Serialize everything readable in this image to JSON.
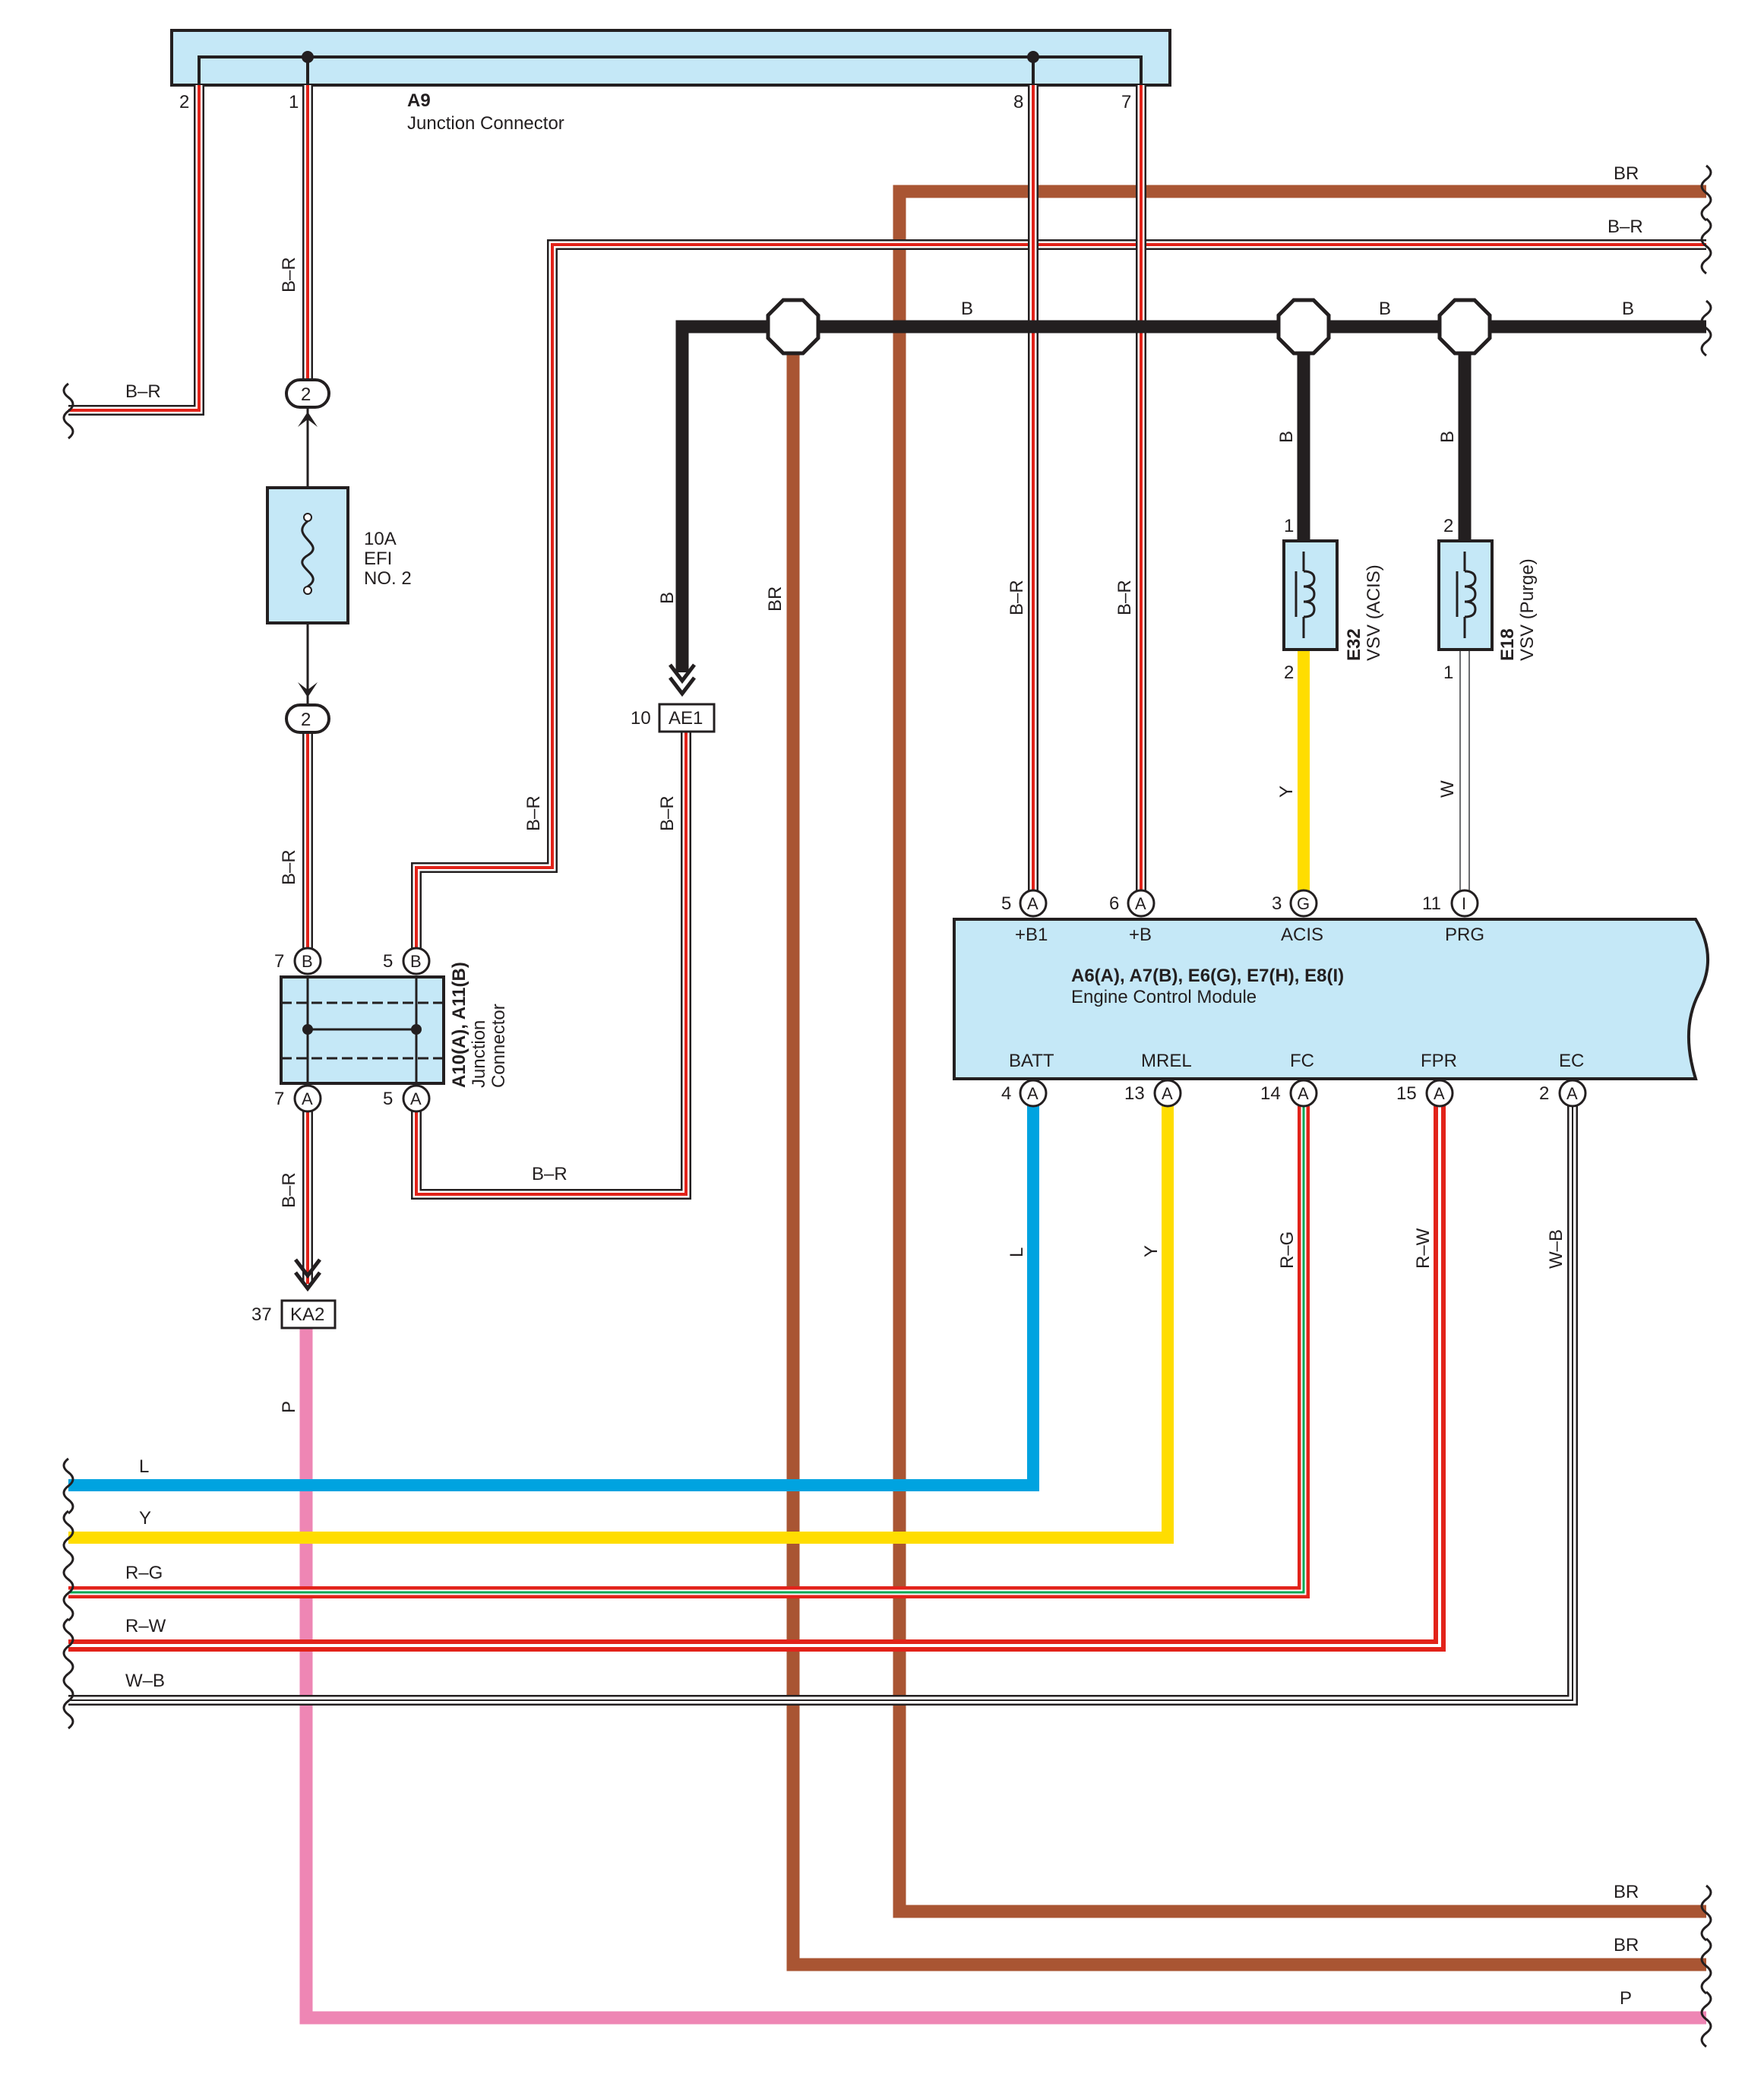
{
  "colors": {
    "component_fill": "#c5e8f7",
    "brown": "#a95533",
    "black": "#231f20",
    "red": "#e2231a",
    "blue": "#00a3e0",
    "yellow": "#ffdd00",
    "green": "#00a651",
    "pink": "#ee86b4",
    "white": "#ffffff"
  },
  "a9": {
    "code": "A9",
    "name": "Junction Connector",
    "pins": [
      "2",
      "1",
      "8",
      "7"
    ]
  },
  "fuse": {
    "rating": "10A",
    "name_line1": "EFI",
    "name_line2": "NO. 2",
    "pin_top": "2",
    "pin_bottom": "2"
  },
  "a10": {
    "code": "A10(A), A11(B)",
    "name_line1": "Junction",
    "name_line2": "Connector",
    "pins_top": [
      {
        "num": "7",
        "letter": "B"
      },
      {
        "num": "5",
        "letter": "B"
      }
    ],
    "pins_bottom": [
      {
        "num": "7",
        "letter": "A"
      },
      {
        "num": "5",
        "letter": "A"
      }
    ]
  },
  "connectors": {
    "ae1": {
      "num": "10",
      "label": "AE1"
    },
    "ka2": {
      "num": "37",
      "label": "KA2"
    }
  },
  "vsv_acis": {
    "code": "E32",
    "name": "VSV (ACIS)",
    "pin_top": "1",
    "pin_bottom": "2"
  },
  "vsv_purge": {
    "code": "E18",
    "name": "VSV (Purge)",
    "pin_top": "2",
    "pin_bottom": "1"
  },
  "ecm": {
    "code": "A6(A), A7(B), E6(G), E7(H), E8(I)",
    "name": "Engine Control Module",
    "top_terminals": [
      {
        "num": "5",
        "letter": "A",
        "name": "+B1"
      },
      {
        "num": "6",
        "letter": "A",
        "name": "+B"
      },
      {
        "num": "3",
        "letter": "G",
        "name": "ACIS"
      },
      {
        "num": "11",
        "letter": "I",
        "name": "PRG"
      }
    ],
    "bottom_terminals": [
      {
        "num": "4",
        "letter": "A",
        "name": "BATT"
      },
      {
        "num": "13",
        "letter": "A",
        "name": "MREL"
      },
      {
        "num": "14",
        "letter": "A",
        "name": "FC"
      },
      {
        "num": "15",
        "letter": "A",
        "name": "FPR"
      },
      {
        "num": "2",
        "letter": "A",
        "name": "EC"
      }
    ]
  },
  "wire_labels": {
    "br": "BR",
    "b_r": "B–R",
    "b": "B",
    "y": "Y",
    "w": "W",
    "l": "L",
    "r_g": "R–G",
    "r_w": "R–W",
    "w_b": "W–B",
    "p": "P"
  }
}
